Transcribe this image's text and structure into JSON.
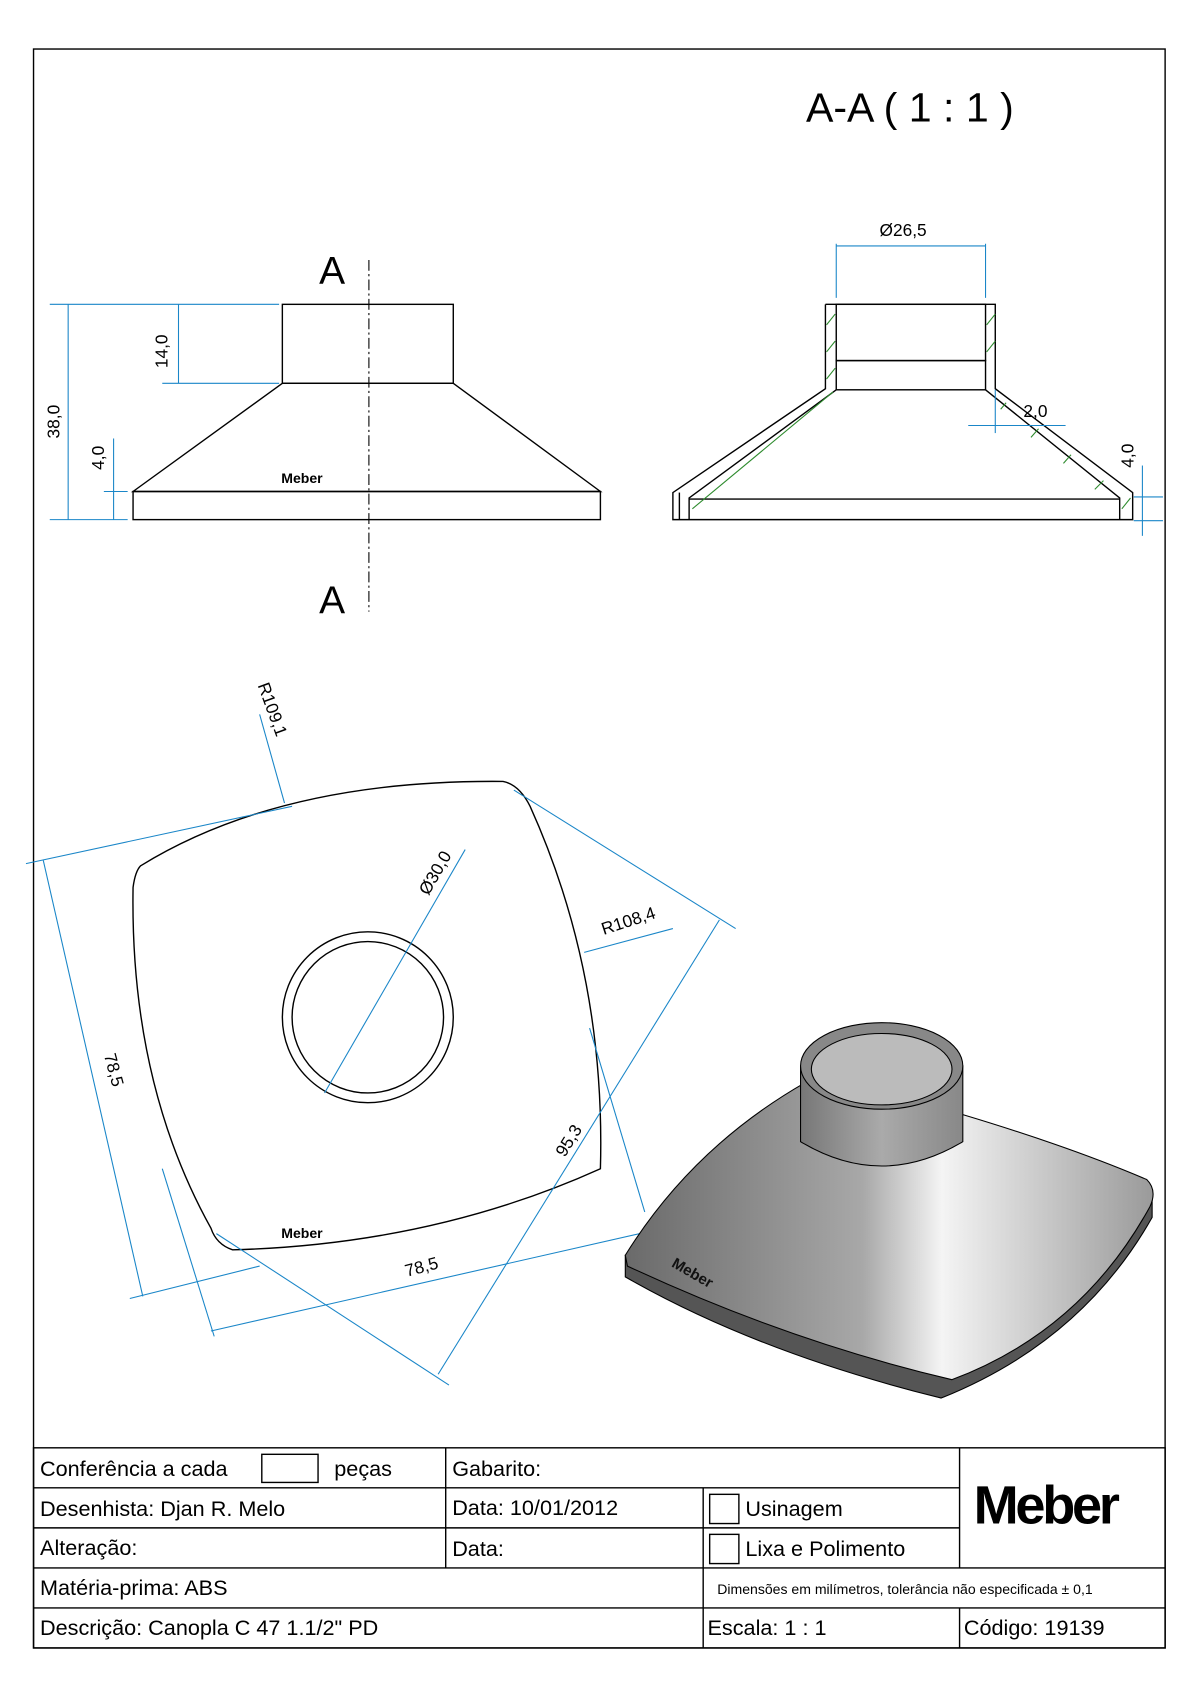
{
  "drawing": {
    "section_title": "A-A ( 1 : 1 )",
    "section_marker": "A",
    "dims": {
      "height_total": "38,0",
      "neck_height": "14,0",
      "base_height": "4,0",
      "inner_diameter": "Ø26,5",
      "wall": "2,0",
      "base_height_section": "4,0",
      "radius_top": "R109,1",
      "radius_side": "R108,4",
      "hole_diameter": "Ø30,0",
      "side_a": "78,5",
      "side_b": "78,5",
      "diagonal": "95,3"
    },
    "brand_mark": "Meber"
  },
  "title_block": {
    "conferencia_label": "Conferência a cada",
    "conferencia_value": "",
    "pecas_label": "peças",
    "gabarito": "Gabarito:",
    "desenhista": "Desenhista: Djan R. Melo",
    "data1": "Data: 10/01/2012",
    "usinagem": "Usinagem",
    "alteracao": "Alteração:",
    "data2": "Data:",
    "lixa": "Lixa e Polimento",
    "materia": "Matéria-prima: ABS",
    "dimensoes": "Dimensões em milímetros, tolerância não especificada ± 0,1",
    "descricao": "Descrição: Canopla C 47 1.1/2\" PD",
    "escala": "Escala: 1 : 1",
    "codigo": "Código: 19139",
    "logo": "Meber"
  }
}
